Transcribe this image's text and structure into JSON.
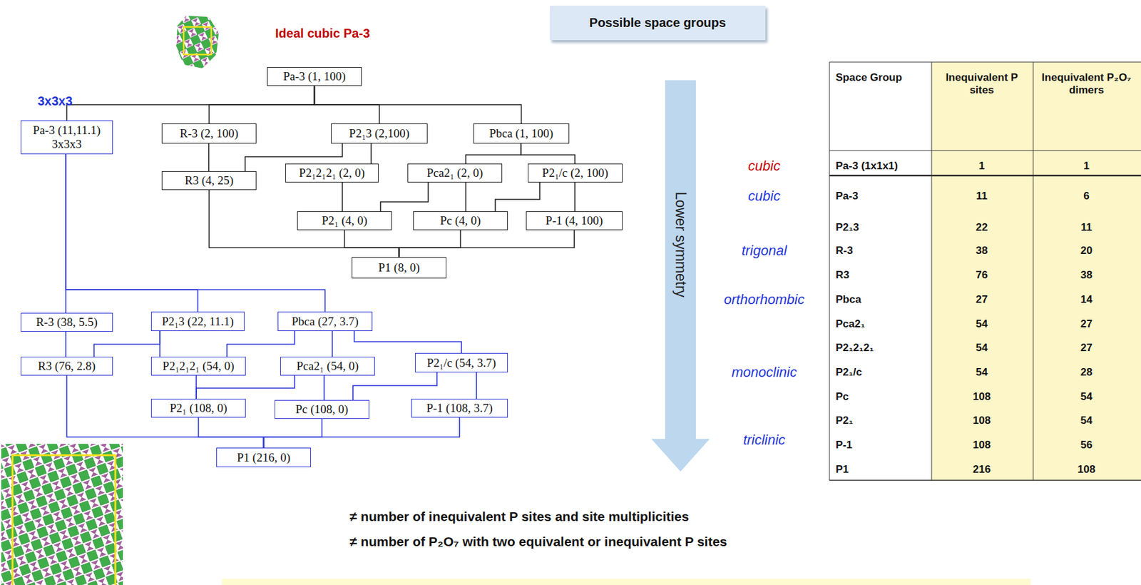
{
  "diagram": {
    "nodes": [
      {
        "text": [
          "Possible space groups"
        ]
      },
      {
        "text": [
          "Pa-3 (1, 100)"
        ]
      },
      {
        "text": [
          "Pa-3 (11,11.1)",
          "3x3x3"
        ]
      },
      {
        "text": [
          "R-3 (2, 100)"
        ]
      },
      {
        "text": [
          "P2₁3 (2,100)"
        ]
      },
      {
        "text": [
          "Pbca (1, 100)"
        ]
      },
      {
        "text": [
          "R3 (4, 25)"
        ]
      },
      {
        "text": [
          "P2₁2₁2₁ (2, 0)"
        ]
      },
      {
        "text": [
          "Pca2₁ (2, 0)"
        ]
      },
      {
        "text": [
          "P2₁/c (2, 100)"
        ]
      },
      {
        "text": [
          "P2₁ (4, 0)"
        ]
      },
      {
        "text": [
          "Pc (4, 0)"
        ]
      },
      {
        "text": [
          "P-1 (4, 100)"
        ]
      },
      {
        "text": [
          "P1 (8, 0)"
        ]
      },
      {
        "text": [
          "R-3 (38, 5.5)"
        ]
      },
      {
        "text": [
          "P2₁3 (22, 11.1)"
        ]
      },
      {
        "text": [
          "Pbca (27, 3.7)"
        ]
      },
      {
        "text": [
          "R3 (76, 2.8)"
        ]
      },
      {
        "text": [
          "P2₁2₁2₁ (54, 0)"
        ]
      },
      {
        "text": [
          "Pca2₁ (54, 0)"
        ]
      },
      {
        "text": [
          "P2₁/c (54, 3.7)"
        ]
      },
      {
        "text": [
          "P2₁ (108, 0)"
        ]
      },
      {
        "text": [
          "Pc (108, 0)"
        ]
      },
      {
        "text": [
          "P-1 (108, 3.7)"
        ]
      },
      {
        "text": [
          "P1 (216, 0)"
        ]
      },
      {
        "text": [
          "Lower symmetry"
        ]
      }
    ],
    "edges": [
      {
        "from": 1,
        "to": 2,
        "arrow": "none"
      },
      {
        "from": 1,
        "to": 3,
        "arrow": "none"
      },
      {
        "from": 1,
        "to": 4,
        "arrow": "none"
      },
      {
        "from": 1,
        "to": 5,
        "arrow": "none"
      },
      {
        "from": 3,
        "to": 6,
        "arrow": "none"
      },
      {
        "from": 4,
        "to": 6,
        "arrow": "none"
      },
      {
        "from": 4,
        "to": 7,
        "arrow": "none"
      },
      {
        "from": 5,
        "to": 8,
        "arrow": "none"
      },
      {
        "from": 5,
        "to": 9,
        "arrow": "none"
      },
      {
        "from": 7,
        "to": 10,
        "arrow": "none"
      },
      {
        "from": 8,
        "to": 10,
        "arrow": "none"
      },
      {
        "from": 8,
        "to": 11,
        "arrow": "none"
      },
      {
        "from": 9,
        "to": 11,
        "arrow": "none"
      },
      {
        "from": 9,
        "to": 12,
        "arrow": "none"
      },
      {
        "from": 6,
        "to": 13,
        "arrow": "none"
      },
      {
        "from": 10,
        "to": 13,
        "arrow": "none"
      },
      {
        "from": 11,
        "to": 13,
        "arrow": "none"
      },
      {
        "from": 12,
        "to": 13,
        "arrow": "none"
      },
      {
        "from": 2,
        "to": 14,
        "arrow": "none"
      },
      {
        "from": 2,
        "to": 15,
        "arrow": "none"
      },
      {
        "from": 2,
        "to": 16,
        "arrow": "none"
      },
      {
        "from": 14,
        "to": 17,
        "arrow": "none"
      },
      {
        "from": 15,
        "to": 17,
        "arrow": "none"
      },
      {
        "from": 15,
        "to": 18,
        "arrow": "none"
      },
      {
        "from": 16,
        "to": 19,
        "arrow": "none"
      },
      {
        "from": 16,
        "to": 20,
        "arrow": "none"
      },
      {
        "from": 16,
        "to": 18,
        "arrow": "none"
      },
      {
        "from": 19,
        "to": 21,
        "arrow": "none"
      },
      {
        "from": 19,
        "to": 22,
        "arrow": "none"
      },
      {
        "from": 20,
        "to": 22,
        "arrow": "none"
      },
      {
        "from": 20,
        "to": 23,
        "arrow": "none"
      },
      {
        "from": 18,
        "to": 21,
        "arrow": "none"
      },
      {
        "from": 17,
        "to": 24,
        "arrow": "none"
      },
      {
        "from": 21,
        "to": 24,
        "arrow": "none"
      },
      {
        "from": 22,
        "to": 24,
        "arrow": "none"
      },
      {
        "from": 23,
        "to": 24,
        "arrow": "none"
      }
    ],
    "labels": [
      "Ideal cubic Pa-3",
      "3x3x3",
      "cubic",
      "cubic",
      "trigonal",
      "orthorhombic",
      "monoclinic",
      "triclinic",
      "Space Group",
      "Inequivalent P sites",
      "Inequivalent P₂O₇ dimers",
      "Pa-3 (1x1x1)",
      "1",
      "1",
      "Pa-3",
      "11",
      "6",
      "P2₁3",
      "22",
      "11",
      "R-3",
      "38",
      "20",
      "R3",
      "76",
      "38",
      "Pbca",
      "27",
      "14",
      "Pca2₁",
      "54",
      "27",
      "P2₁2₁2₁",
      "54",
      "27",
      "P2₁/c",
      "54",
      "28",
      "Pc",
      "108",
      "54",
      "P2₁",
      "108",
      "54",
      "P-1",
      "108",
      "56",
      "P1",
      "216",
      "108",
      "≠ number of inequivalent P sites and site multiplicities",
      "≠ number of P₂O₇ with two equivalent or inequivalent P sites"
    ]
  }
}
